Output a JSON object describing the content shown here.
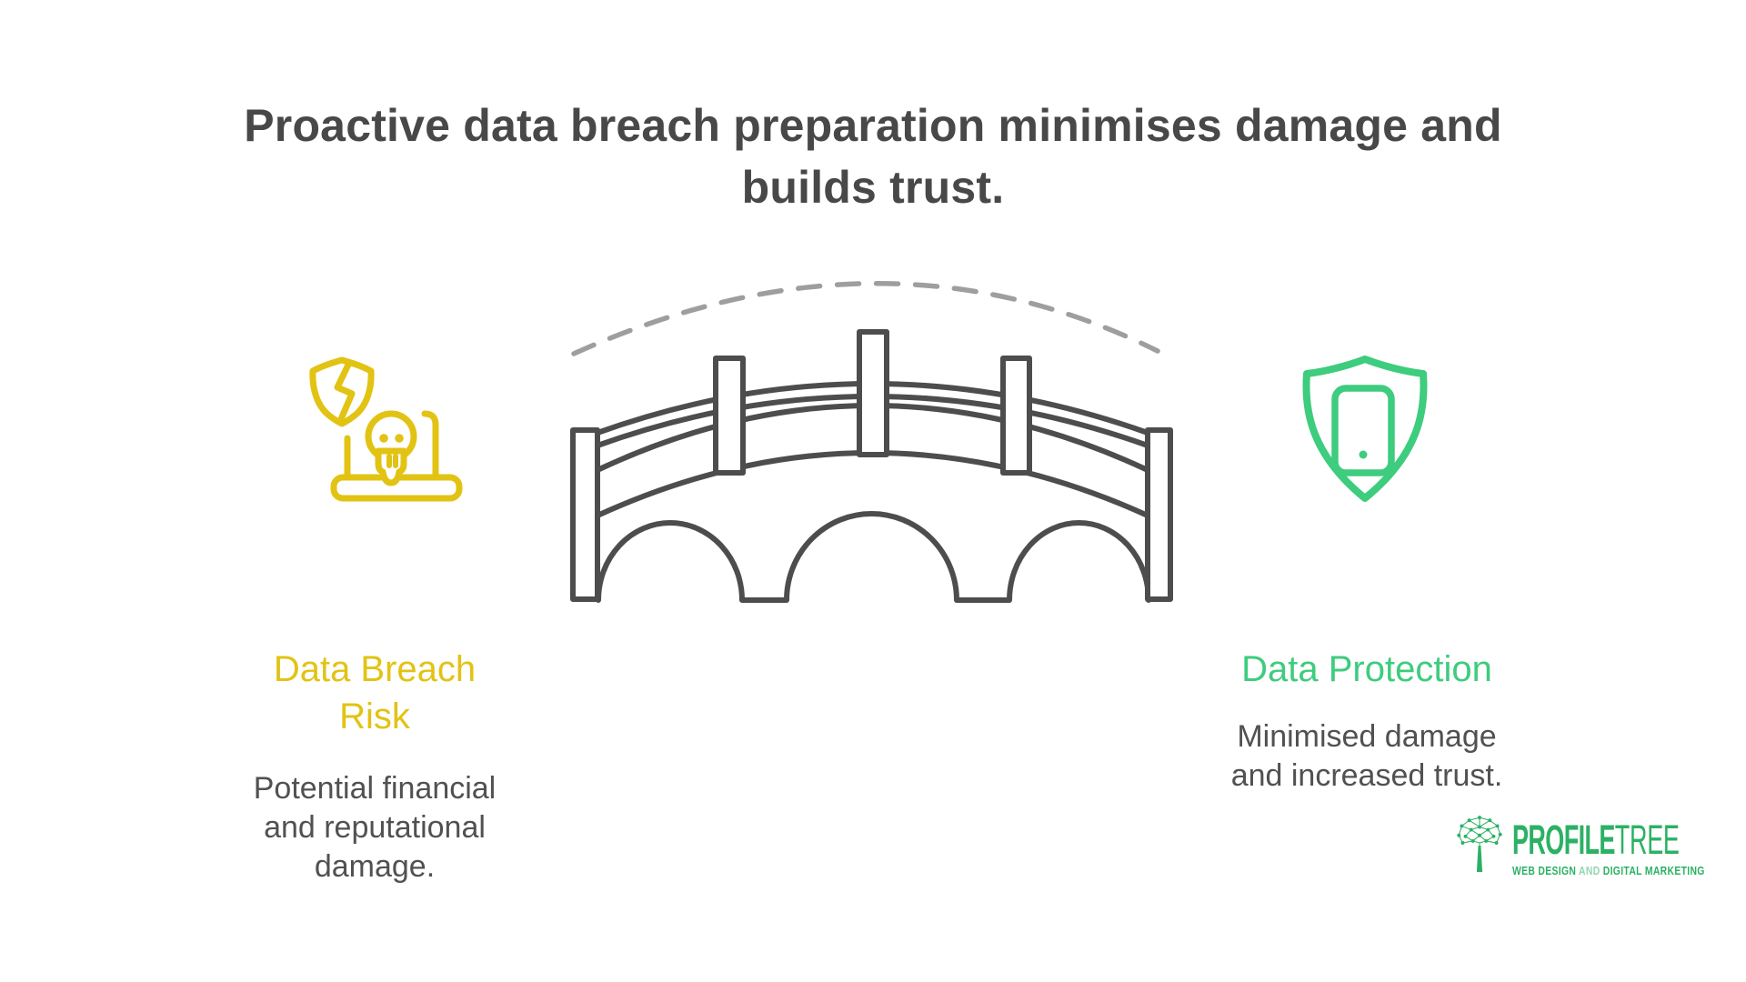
{
  "title": {
    "text": "Proactive data breach preparation minimises damage and\nbuilds trust."
  },
  "sections": {
    "left": {
      "heading": "Data Breach\nRisk",
      "body": "Potential financial\nand reputational\ndamage.",
      "accent_color": "#E2C313",
      "icon": "broken-shield-skull-laptop-icon"
    },
    "right": {
      "heading": "Data Protection",
      "body": "Minimised damage\nand increased trust.",
      "accent_color": "#3ECC7E",
      "icon": "shield-phone-icon"
    }
  },
  "center_graphic": {
    "icon": "bridge-illustration",
    "overlay": "dashed-arc",
    "bridge_color": "#4D4D4D",
    "dash_color": "#9E9E9E"
  },
  "logo": {
    "name_bold": "PROFILE",
    "name_light": "TREE",
    "tagline_web_design": "WEB DESIGN",
    "tagline_and": " AND ",
    "tagline_digital_marketing": "DIGITAL MARKETING",
    "color": "#2CB164",
    "icon": "network-tree-icon"
  },
  "colors": {
    "title_gray": "#484848",
    "body_gray": "#515151",
    "yellow": "#E2C313",
    "green": "#3ECC7E",
    "logo_green": "#2CB164",
    "dash_gray": "#9E9E9E",
    "bridge_gray": "#4D4D4D",
    "background": "#FFFFFF"
  }
}
